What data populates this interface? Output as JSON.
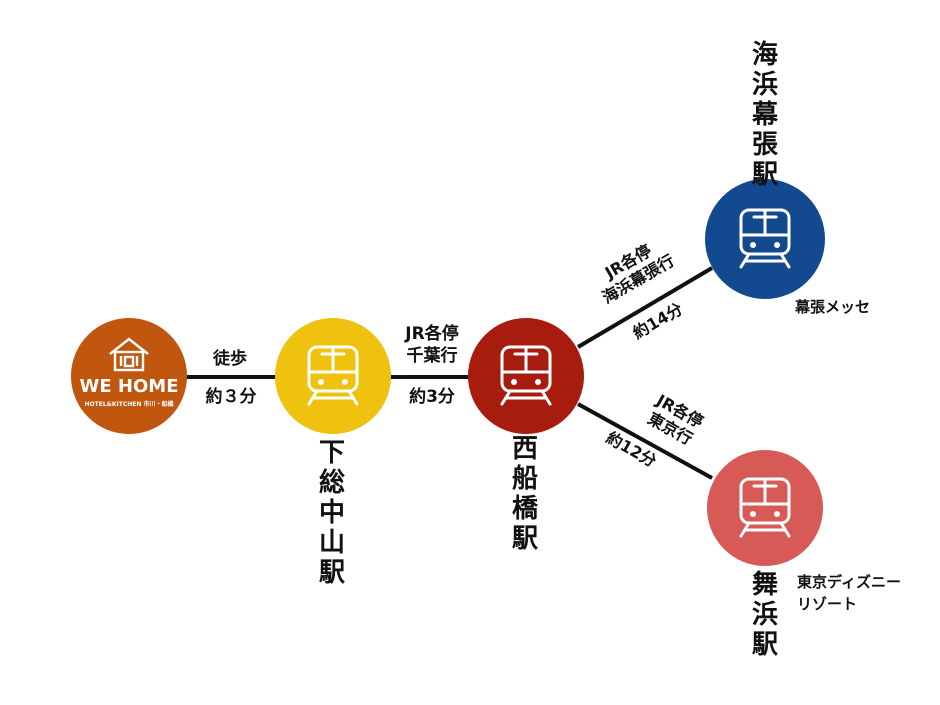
{
  "colors": {
    "line": "#111111",
    "hotel": "#c1560e",
    "shimosa": "#eec20e",
    "nishifunabashi": "#a81c10",
    "kaihinmakuhari": "#12498f",
    "maihama": "#d85a56",
    "icon": "#ffffff"
  },
  "hotel": {
    "logo_text": "WE HOME",
    "logo_sub": "HOTEL&KITCHEN 市川・船橋",
    "icon": "house-fork-knife-icon"
  },
  "stations": [
    {
      "id": "shimosa-nakayama",
      "name": "下総中山駅",
      "icon": "train-icon",
      "color": "#eec20e"
    },
    {
      "id": "nishi-funabashi",
      "name": "西船橋駅",
      "icon": "train-icon",
      "color": "#a81c10"
    },
    {
      "id": "kaihin-makuhari",
      "name": "海浜幕張駅",
      "icon": "train-icon",
      "color": "#12498f"
    },
    {
      "id": "maihama",
      "name": "舞浜駅",
      "icon": "train-icon",
      "color": "#d85a56"
    }
  ],
  "segments": {
    "walk": {
      "mode": "徒歩",
      "time": "約３分"
    },
    "to_nishifunabashi": {
      "line1": "JR各停",
      "line2": "千葉行",
      "time": "約3分"
    },
    "to_kaihinmakuhari": {
      "line1": "JR各停",
      "line2": "海浜幕張行",
      "time": "約14分"
    },
    "to_maihama": {
      "line1": "JR各停",
      "line2": "東京行",
      "time": "約12分"
    }
  },
  "landmarks": {
    "makuhari": "幕張メッセ",
    "maihama_1": "東京ディズニー",
    "maihama_2": "リゾート"
  }
}
